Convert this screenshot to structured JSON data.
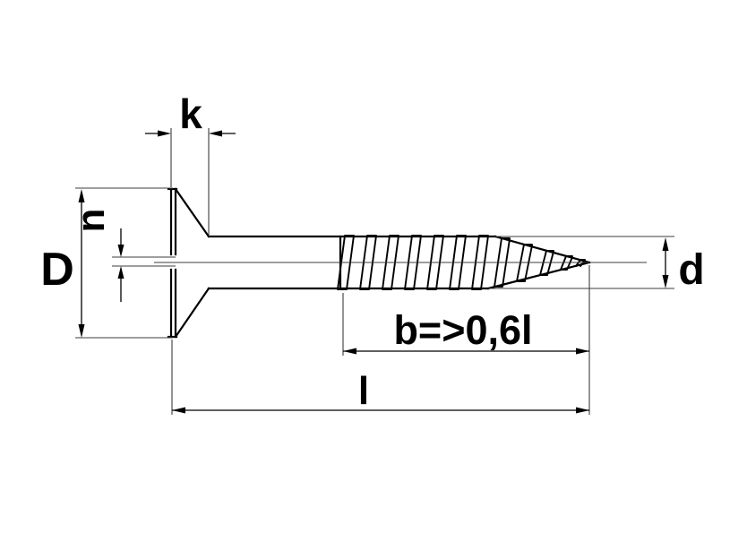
{
  "figure": {
    "labels": {
      "head_height": "k",
      "slot_width": "n",
      "head_diameter": "D",
      "thread_length": "b=>0,6l",
      "total_length": "l",
      "shank_diameter": "d"
    },
    "colors": {
      "stroke": "#000000",
      "thin_stroke": "#3d3d3d",
      "background": "#ffffff"
    }
  }
}
